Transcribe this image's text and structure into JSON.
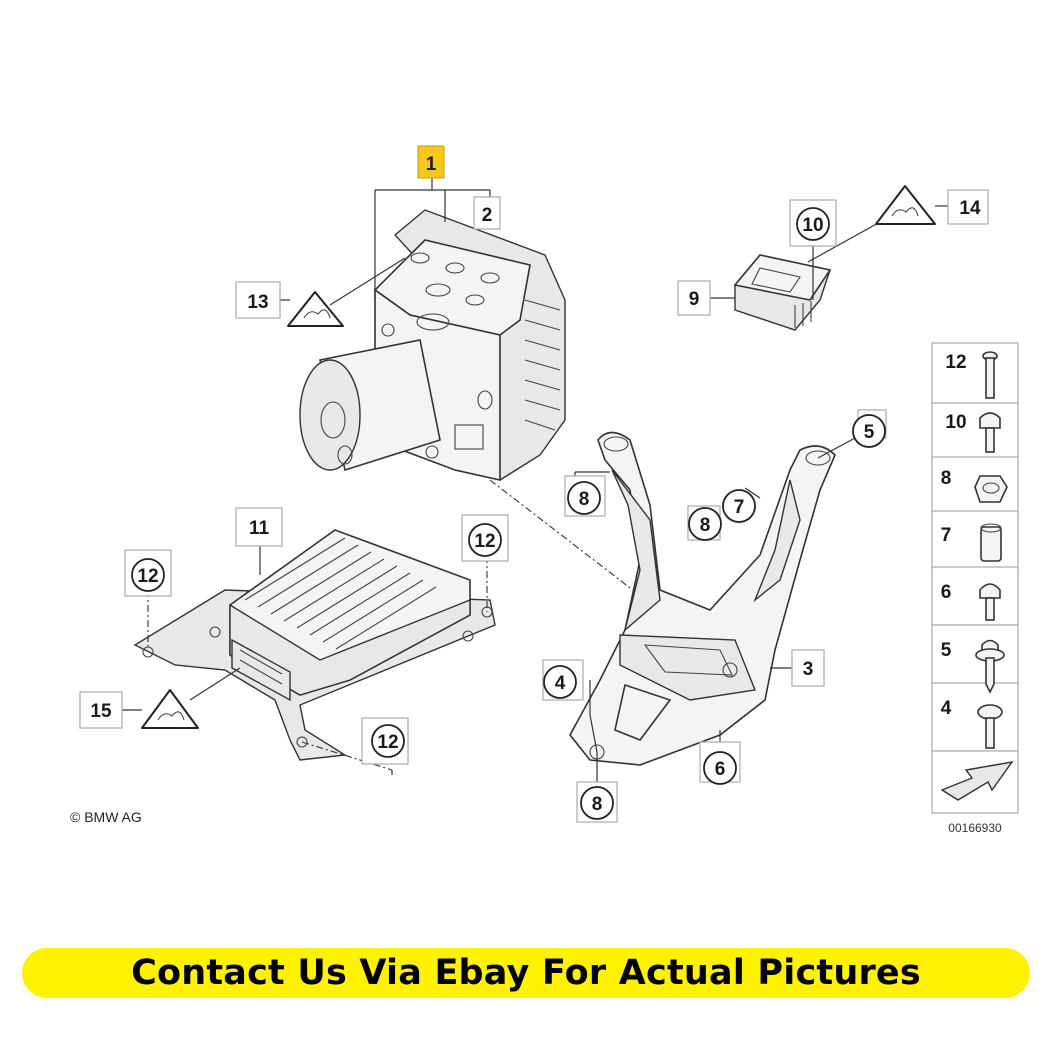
{
  "callouts": {
    "c1": "1",
    "c2": "2",
    "c3": "3",
    "c4": "4",
    "c5": "5",
    "c6": "6",
    "c7": "7",
    "c8a": "8",
    "c8b": "8",
    "c8c": "8",
    "c9": "9",
    "c10": "10",
    "c11": "11",
    "c12a": "12",
    "c12b": "12",
    "c12c": "12",
    "c13": "13",
    "c14": "14",
    "c15": "15"
  },
  "hardware_legend": {
    "r12": "12",
    "r10": "10",
    "r8": "8",
    "r7": "7",
    "r6": "6",
    "r5": "5",
    "r4": "4"
  },
  "copyright": "© BMW AG",
  "diagram_number": "00166930",
  "banner_text": "Contact Us Via Ebay For Actual Pictures",
  "colors": {
    "highlight": "#f7c71e",
    "banner": "#fff200"
  }
}
